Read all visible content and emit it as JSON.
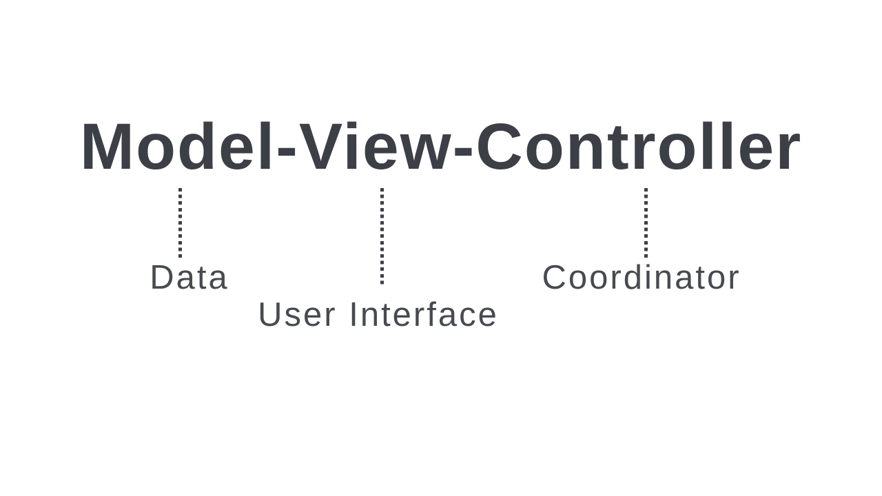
{
  "slide": {
    "title": "Model-View-Controller",
    "background_color": "#ffffff",
    "title_color": "#3c3f46",
    "label_color": "#474a50",
    "connector_color": "#3d4045",
    "connector_style": "dotted-vertical",
    "annotations": [
      {
        "component": "Model",
        "label": "Data"
      },
      {
        "component": "View",
        "label": "User Interface"
      },
      {
        "component": "Controller",
        "label": "Coordinator"
      }
    ]
  }
}
